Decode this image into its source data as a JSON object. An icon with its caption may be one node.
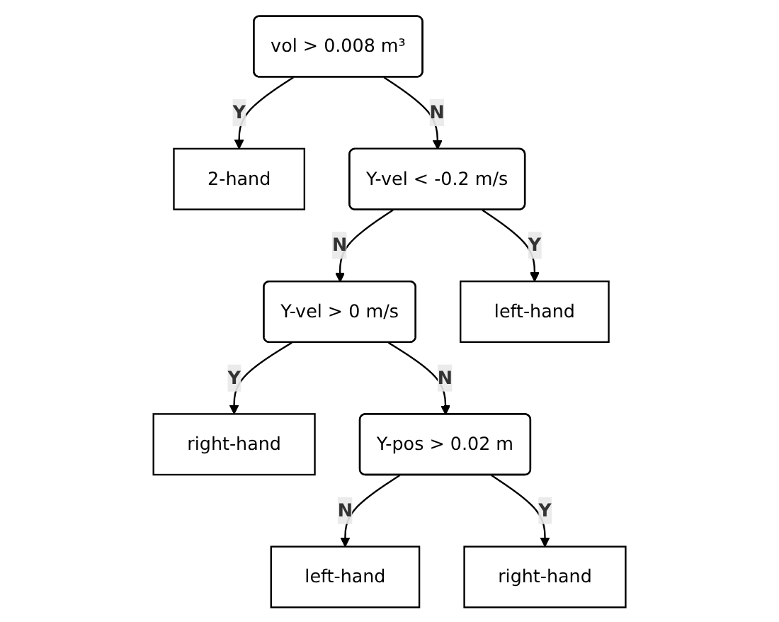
{
  "diagram": {
    "nodes": [
      {
        "text": [
          "vol > 0.008 m³"
        ]
      },
      {
        "text": [
          "2-hand"
        ]
      },
      {
        "text": [
          "Y-vel < -0.2 m/s"
        ]
      },
      {
        "text": [
          "Y-vel > 0 m/s"
        ]
      },
      {
        "text": [
          "left-hand"
        ]
      },
      {
        "text": [
          "right-hand"
        ]
      },
      {
        "text": [
          "Y-pos > 0.02 m"
        ]
      },
      {
        "text": [
          "left-hand"
        ]
      },
      {
        "text": [
          "right-hand"
        ]
      }
    ],
    "edges": [
      {
        "from": 0,
        "to": 1,
        "arrow": "to",
        "label": "Y"
      },
      {
        "from": 0,
        "to": 2,
        "arrow": "to",
        "label": "N"
      },
      {
        "from": 2,
        "to": 3,
        "arrow": "to",
        "label": "N"
      },
      {
        "from": 2,
        "to": 4,
        "arrow": "to",
        "label": "Y"
      },
      {
        "from": 3,
        "to": 5,
        "arrow": "to",
        "label": "Y"
      },
      {
        "from": 3,
        "to": 6,
        "arrow": "to",
        "label": "N"
      },
      {
        "from": 6,
        "to": 7,
        "arrow": "to",
        "label": "N"
      },
      {
        "from": 6,
        "to": 8,
        "arrow": "to",
        "label": "Y"
      }
    ]
  }
}
